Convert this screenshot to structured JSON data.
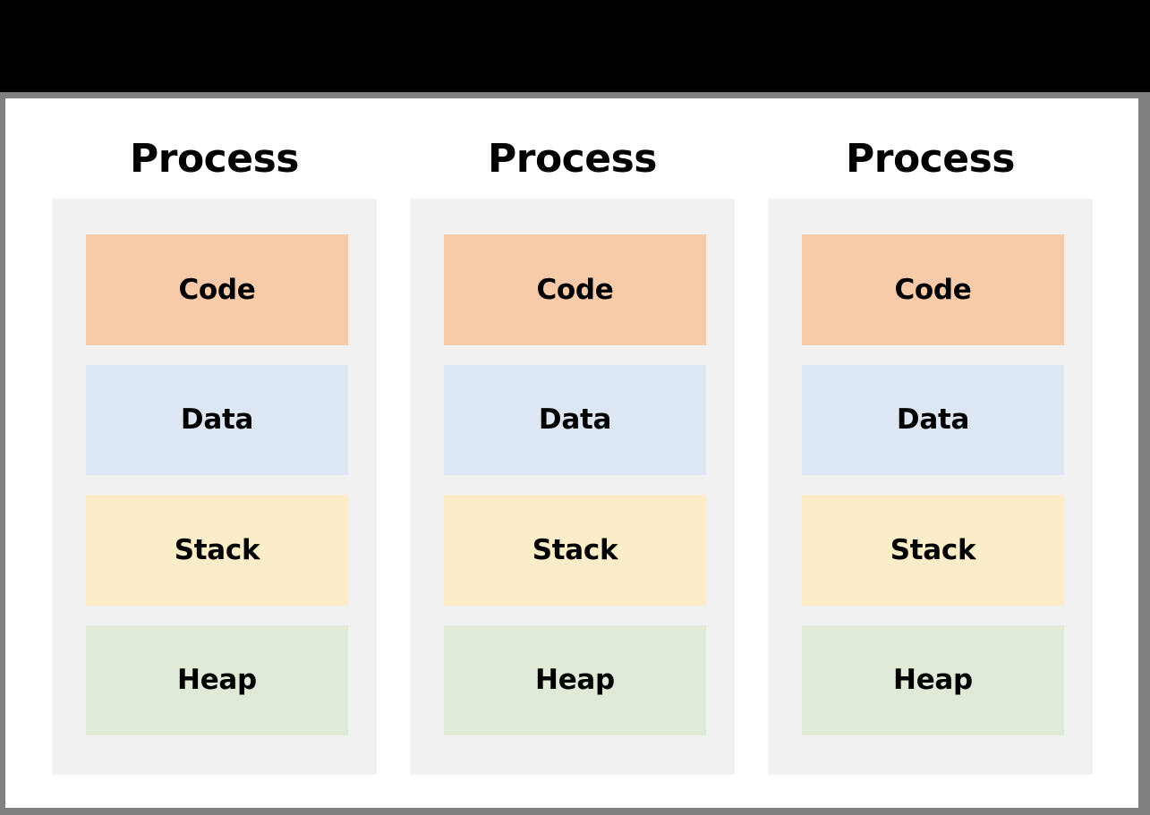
{
  "window": {
    "top_bar_color": "#000000",
    "frame_color": "#808080",
    "canvas_color": "#ffffff"
  },
  "diagram": {
    "type": "process-memory-layout",
    "panel_color": "#F1F1F1",
    "segment_colors": {
      "code": "#F7CBAA",
      "data": "#DCE7F3",
      "stack": "#FCEDC8",
      "heap": "#DFEBD6"
    },
    "columns": [
      {
        "title": "Process",
        "segments": [
          {
            "label": "Code",
            "color": "#F7CBAA"
          },
          {
            "label": "Data",
            "color": "#DCE7F3"
          },
          {
            "label": "Stack",
            "color": "#FCEDC8"
          },
          {
            "label": "Heap",
            "color": "#DFEBD6"
          }
        ]
      },
      {
        "title": "Process",
        "segments": [
          {
            "label": "Code",
            "color": "#F7CBAA"
          },
          {
            "label": "Data",
            "color": "#DCE7F3"
          },
          {
            "label": "Stack",
            "color": "#FCEDC8"
          },
          {
            "label": "Heap",
            "color": "#DFEBD6"
          }
        ]
      },
      {
        "title": "Process",
        "segments": [
          {
            "label": "Code",
            "color": "#F7CBAA"
          },
          {
            "label": "Data",
            "color": "#DCE7F3"
          },
          {
            "label": "Stack",
            "color": "#FCEDC8"
          },
          {
            "label": "Heap",
            "color": "#DFEBD6"
          }
        ]
      }
    ]
  }
}
